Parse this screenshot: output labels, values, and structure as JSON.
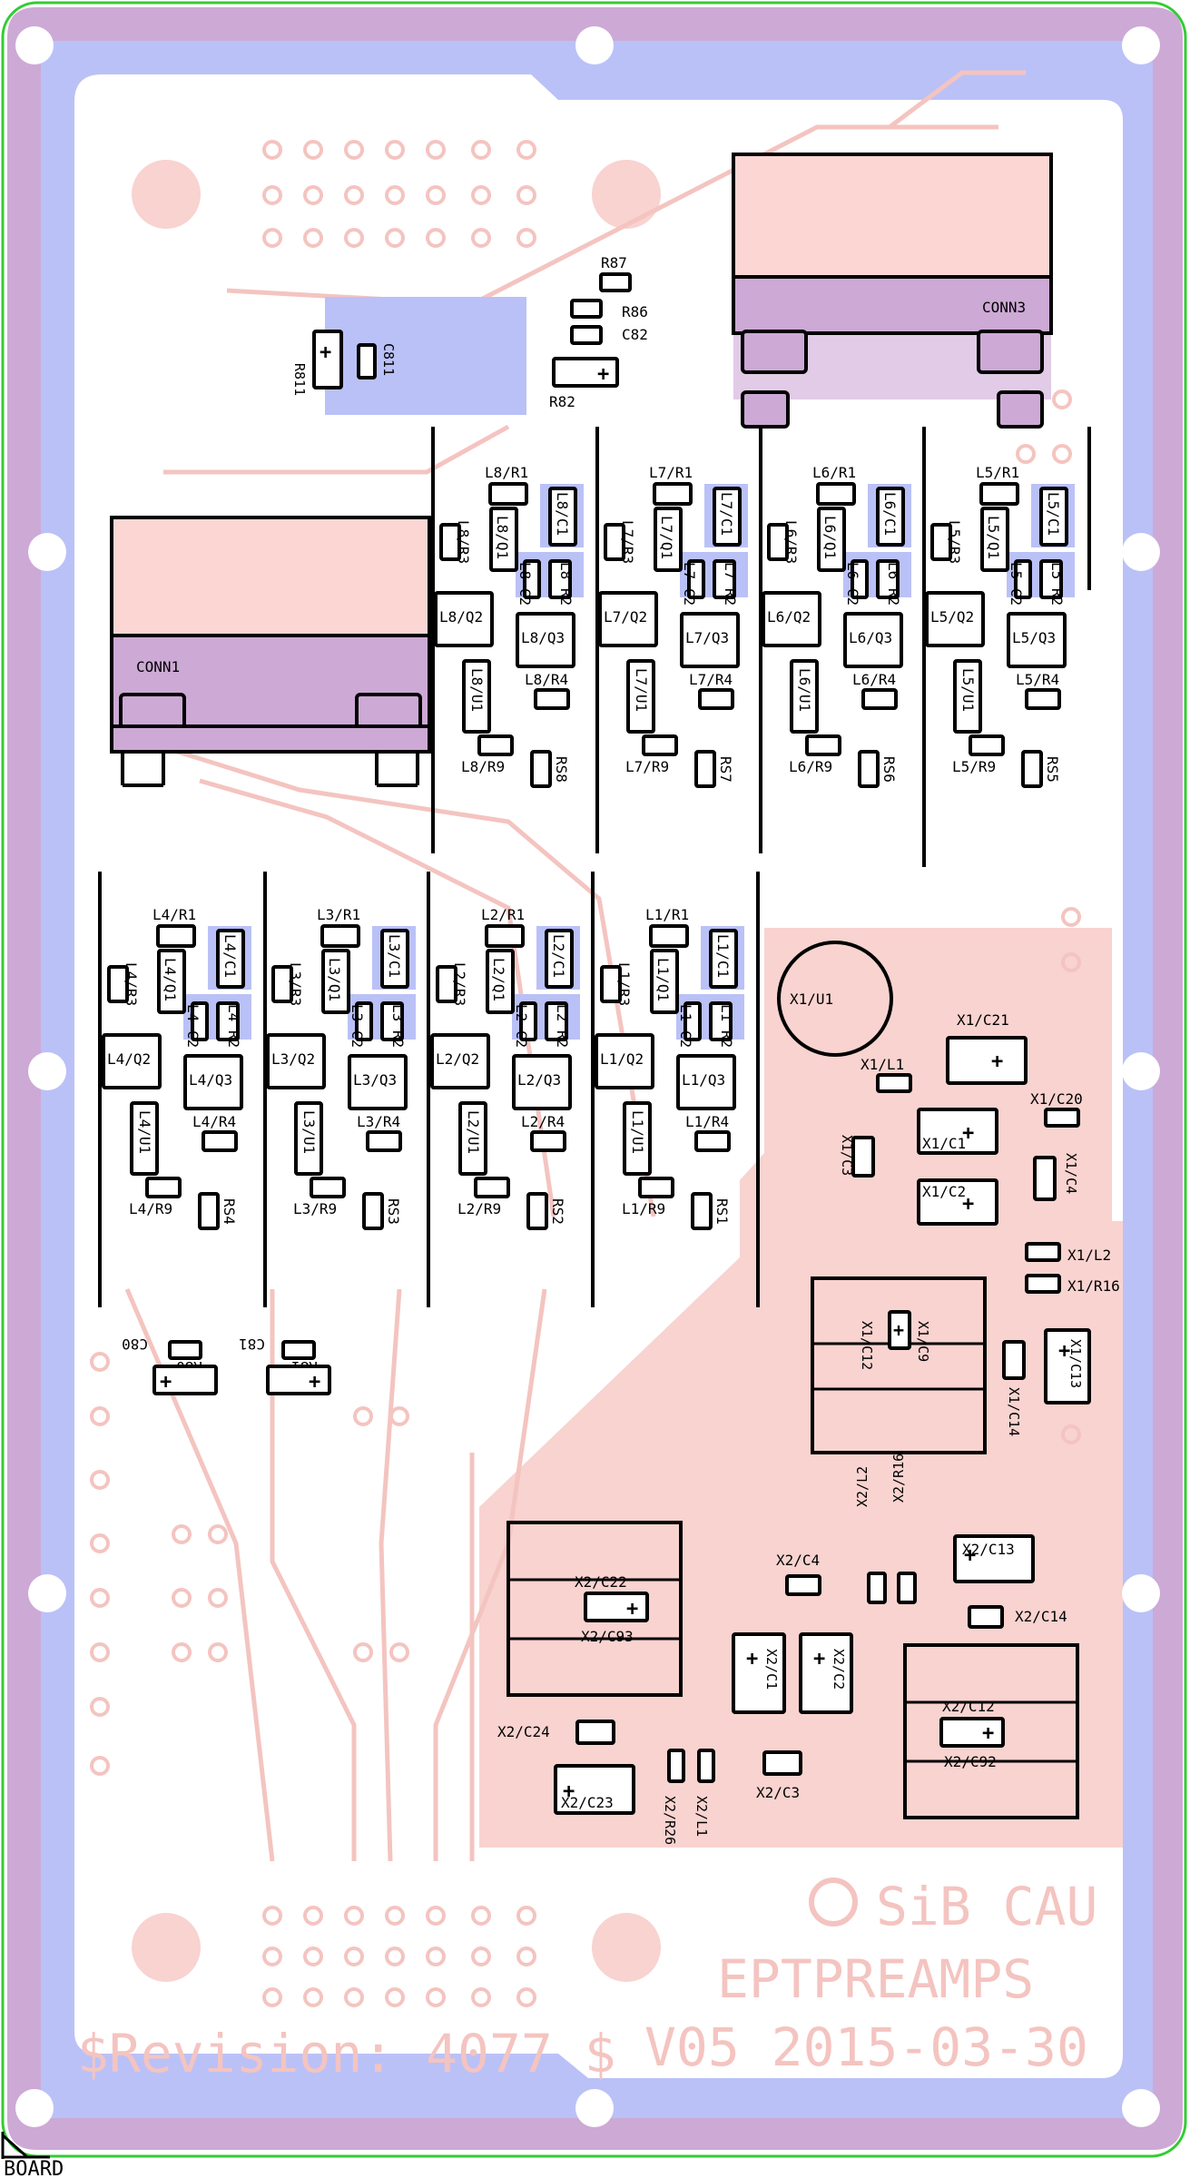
{
  "board": {
    "frame_label": "BOARD",
    "colors": {
      "outer_copper": "#cda9d6",
      "inner_copper": "#bac1f7",
      "bottom_copper": "#f8d3d0",
      "silk": "#000000",
      "outline": "#33cc33"
    }
  },
  "connectors": [
    {
      "id": "conn1",
      "label": "CONN1"
    },
    {
      "id": "conn3",
      "label": "CONN3"
    }
  ],
  "top_parts": {
    "r87": "R87",
    "r86": "R86",
    "c82": "C82",
    "r82": "R82",
    "r811": "R811",
    "c811": "C811"
  },
  "upper_channels": [
    {
      "r1": "L8/R1",
      "c1": "L8/C1",
      "r3": "L8/R3",
      "q1": "L8/Q1",
      "c2": "L8 C2",
      "r2": "L8 R2",
      "q2": "L8/Q2",
      "q3": "L8/Q3",
      "u1": "L8/U1",
      "r4": "L8/R4",
      "r9": "L8/R9",
      "rs": "RS8"
    },
    {
      "r1": "L7/R1",
      "c1": "L7/C1",
      "r3": "L7/R3",
      "q1": "L7/Q1",
      "c2": "L7 C2",
      "r2": "L7 R2",
      "q2": "L7/Q2",
      "q3": "L7/Q3",
      "u1": "L7/U1",
      "r4": "L7/R4",
      "r9": "L7/R9",
      "rs": "RS7"
    },
    {
      "r1": "L6/R1",
      "c1": "L6/C1",
      "r3": "L6/R3",
      "q1": "L6/Q1",
      "c2": "L6 C2",
      "r2": "L6 R2",
      "q2": "L6/Q2",
      "q3": "L6/Q3",
      "u1": "L6/U1",
      "r4": "L6/R4",
      "r9": "L6/R9",
      "rs": "RS6"
    },
    {
      "r1": "L5/R1",
      "c1": "L5/C1",
      "r3": "L5/R3",
      "q1": "L5/Q1",
      "c2": "L5 C2",
      "r2": "L5 R2",
      "q2": "L5/Q2",
      "q3": "L5/Q3",
      "u1": "L5/U1",
      "r4": "L5/R4",
      "r9": "L5/R9",
      "rs": "RS5"
    }
  ],
  "lower_channels": [
    {
      "r1": "L4/R1",
      "c1": "L4/C1",
      "r3": "L4/R3",
      "q1": "L4/Q1",
      "c2": "L4 C2",
      "r2": "L4 R2",
      "q2": "L4/Q2",
      "q3": "L4/Q3",
      "u1": "L4/U1",
      "r4": "L4/R4",
      "r9": "L4/R9",
      "rs": "RS4"
    },
    {
      "r1": "L3/R1",
      "c1": "L3/C1",
      "r3": "L3/R3",
      "q1": "L3/Q1",
      "c2": "L3 C2",
      "r2": "L3 R2",
      "q2": "L3/Q2",
      "q3": "L3/Q3",
      "u1": "L3/U1",
      "r4": "L3/R4",
      "r9": "L3/R9",
      "rs": "RS3"
    },
    {
      "r1": "L2/R1",
      "c1": "L2/C1",
      "r3": "L2/R3",
      "q1": "L2/Q1",
      "c2": "L2 C2",
      "r2": "L2 R2",
      "q2": "L2/Q2",
      "q3": "L2/Q3",
      "u1": "L2/U1",
      "r4": "L2/R4",
      "r9": "L2/R9",
      "rs": "RS2"
    },
    {
      "r1": "L1/R1",
      "c1": "L1/C1",
      "r3": "L1/R3",
      "q1": "L1/Q1",
      "c2": "L1 C2",
      "r2": "L1 R2",
      "q2": "L1/Q2",
      "q3": "L1/Q3",
      "u1": "L1/U1",
      "r4": "L1/R4",
      "r9": "L1/R9",
      "rs": "RS1"
    }
  ],
  "left_bottom_parts": {
    "c80": "C80",
    "r80": "R80",
    "c81": "C81",
    "r81": "R81"
  },
  "x1": {
    "u1": "X1/U1",
    "c21": "X1/C21",
    "l1": "X1/L1",
    "c20": "X1/C20",
    "c3": "X1/C3",
    "c1": "X1/C1",
    "c4": "X1/C4",
    "c2": "X1/C2",
    "l2": "X1/L2",
    "r16": "X1/R16",
    "c12": "X1/C12",
    "c9": "X1/C9",
    "c14": "X1/C14",
    "c13": "X1/C13"
  },
  "x2": {
    "l2": "X2/L2",
    "r16": "X2/R16",
    "c4": "X2/C4",
    "c13": "X2/C13",
    "c22": "X2/C22",
    "c93": "X2/C93",
    "c14": "X2/C14",
    "c1": "X2/C1",
    "c2": "X2/C2",
    "c12": "X2/C12",
    "c92": "X2/C92",
    "c24": "X2/C24",
    "c23": "X2/C23",
    "c3": "X2/C3",
    "r26": "X2/R26",
    "l1": "X2/L1"
  },
  "silkscreen": {
    "org": "SiB CAU",
    "project": "EPTPREAMPS",
    "version": "V05 2015-03-30",
    "revision": "$Revision: 4077 $"
  }
}
